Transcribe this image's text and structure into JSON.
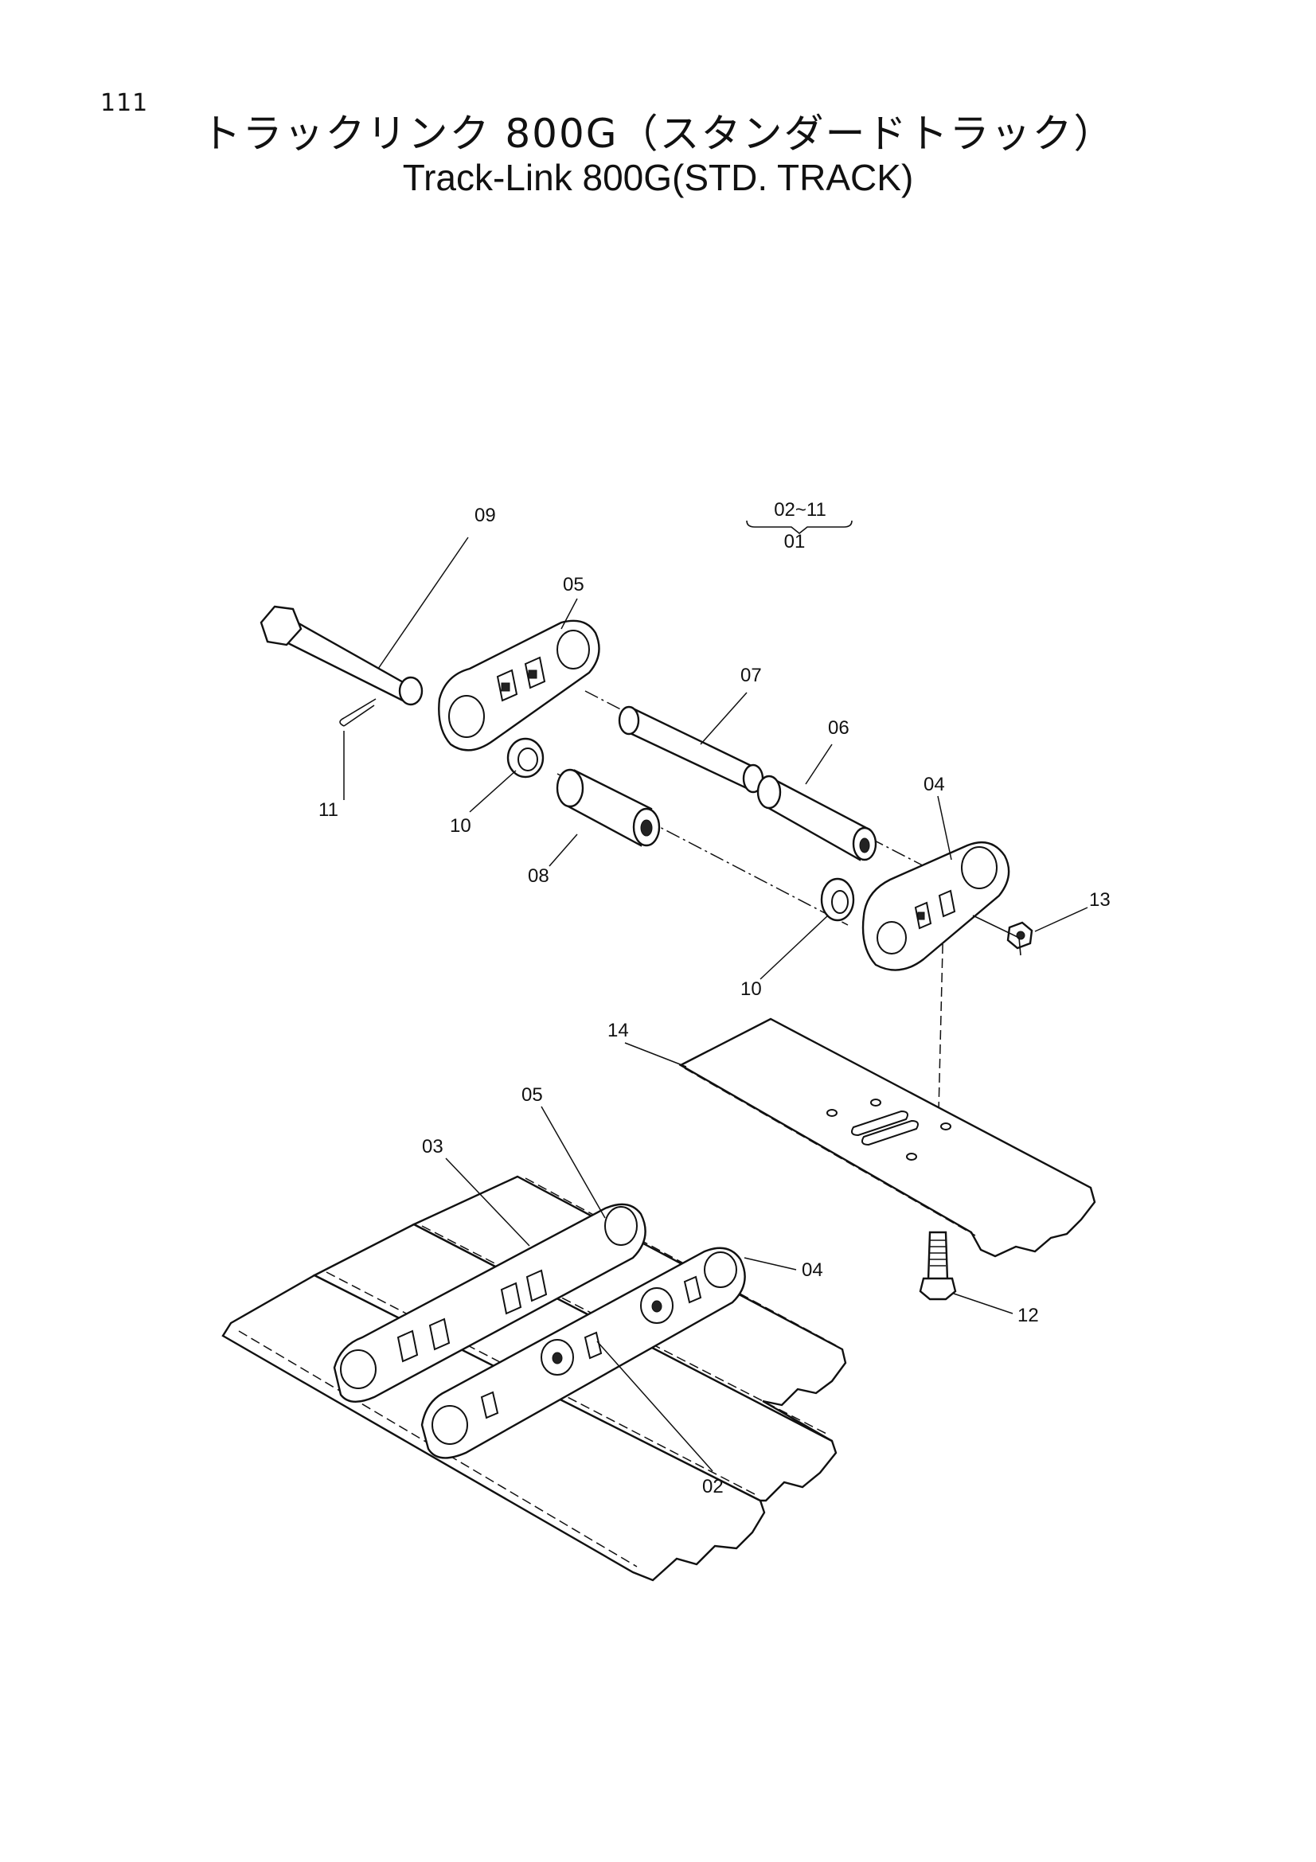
{
  "page": {
    "number": "111"
  },
  "title": {
    "japanese": "トラックリンク 800G（スタンダードトラック）",
    "english": "Track-Link 800G(STD. TRACK)"
  },
  "assembly_note": {
    "top": "02~11",
    "bottom": "01"
  },
  "callouts": [
    {
      "id": "09"
    },
    {
      "id": "05"
    },
    {
      "id": "07"
    },
    {
      "id": "06"
    },
    {
      "id": "04"
    },
    {
      "id": "11"
    },
    {
      "id": "10"
    },
    {
      "id": "08"
    },
    {
      "id": "13"
    },
    {
      "id": "10"
    },
    {
      "id": "14"
    },
    {
      "id": "05"
    },
    {
      "id": "03"
    },
    {
      "id": "04"
    },
    {
      "id": "12"
    },
    {
      "id": "02"
    }
  ]
}
